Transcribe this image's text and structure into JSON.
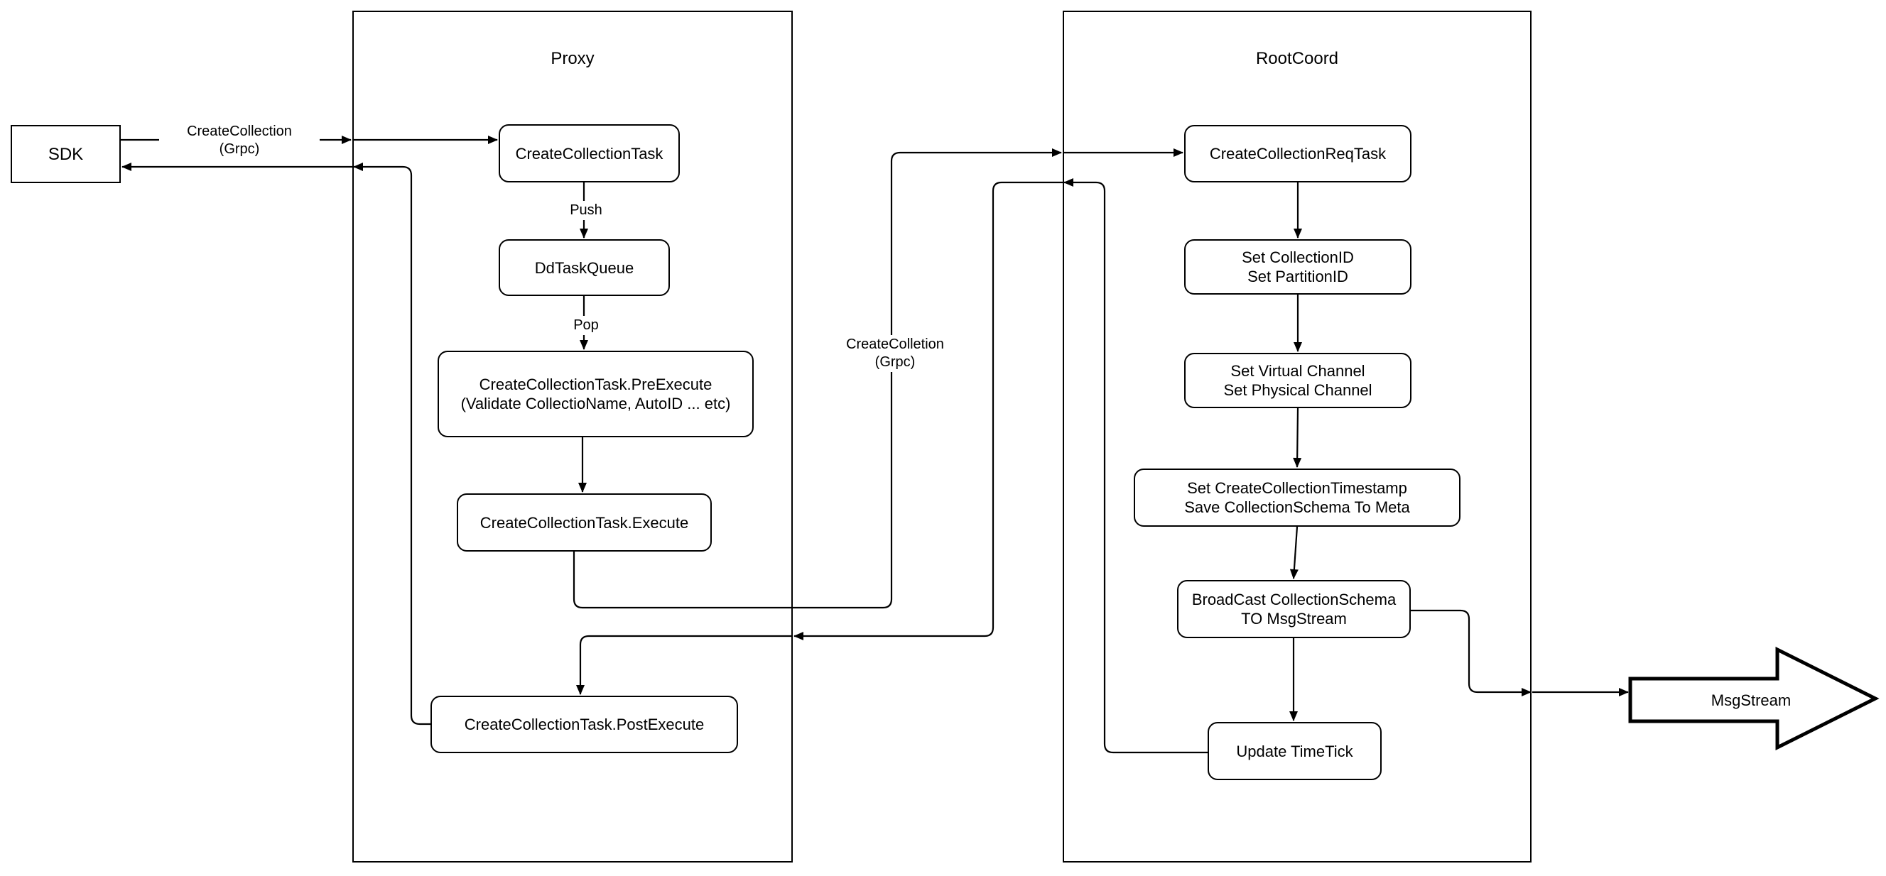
{
  "canvas": {
    "background": "#ffffff",
    "stroke_color": "#000000",
    "fill_color": "#ffffff"
  },
  "containers": {
    "proxy": {
      "label": "Proxy"
    },
    "rootcoord": {
      "label": "RootCoord"
    }
  },
  "nodes": {
    "sdk": {
      "label": "SDK"
    },
    "create_collection_task": {
      "label": "CreateCollectionTask"
    },
    "dd_task_queue": {
      "label": "DdTaskQueue"
    },
    "pre_execute": {
      "lines": [
        "CreateCollectionTask.PreExecute",
        "(Validate CollectioName, AutoID ... etc)"
      ]
    },
    "execute": {
      "label": "CreateCollectionTask.Execute"
    },
    "post_execute": {
      "label": "CreateCollectionTask.PostExecute"
    },
    "create_collection_req_task": {
      "label": "CreateCollectionReqTask"
    },
    "set_ids": {
      "lines": [
        "Set CollectionID",
        "Set PartitionID"
      ]
    },
    "set_channels": {
      "lines": [
        "Set Virtual Channel",
        "Set Physical Channel"
      ]
    },
    "set_timestamp": {
      "lines": [
        "Set CreateCollectionTimestamp",
        "Save CollectionSchema To Meta"
      ]
    },
    "broadcast": {
      "lines": [
        "BroadCast CollectionSchema",
        "TO MsgStream"
      ]
    },
    "update_timetick": {
      "label": "Update TimeTick"
    },
    "msgstream": {
      "label": "MsgStream"
    }
  },
  "edge_labels": {
    "sdk_request": {
      "lines": [
        "CreateCollection",
        "(Grpc)"
      ]
    },
    "push": "Push",
    "pop": "Pop",
    "proxy_request": {
      "lines": [
        "CreateColletion",
        "(Grpc)"
      ]
    }
  }
}
